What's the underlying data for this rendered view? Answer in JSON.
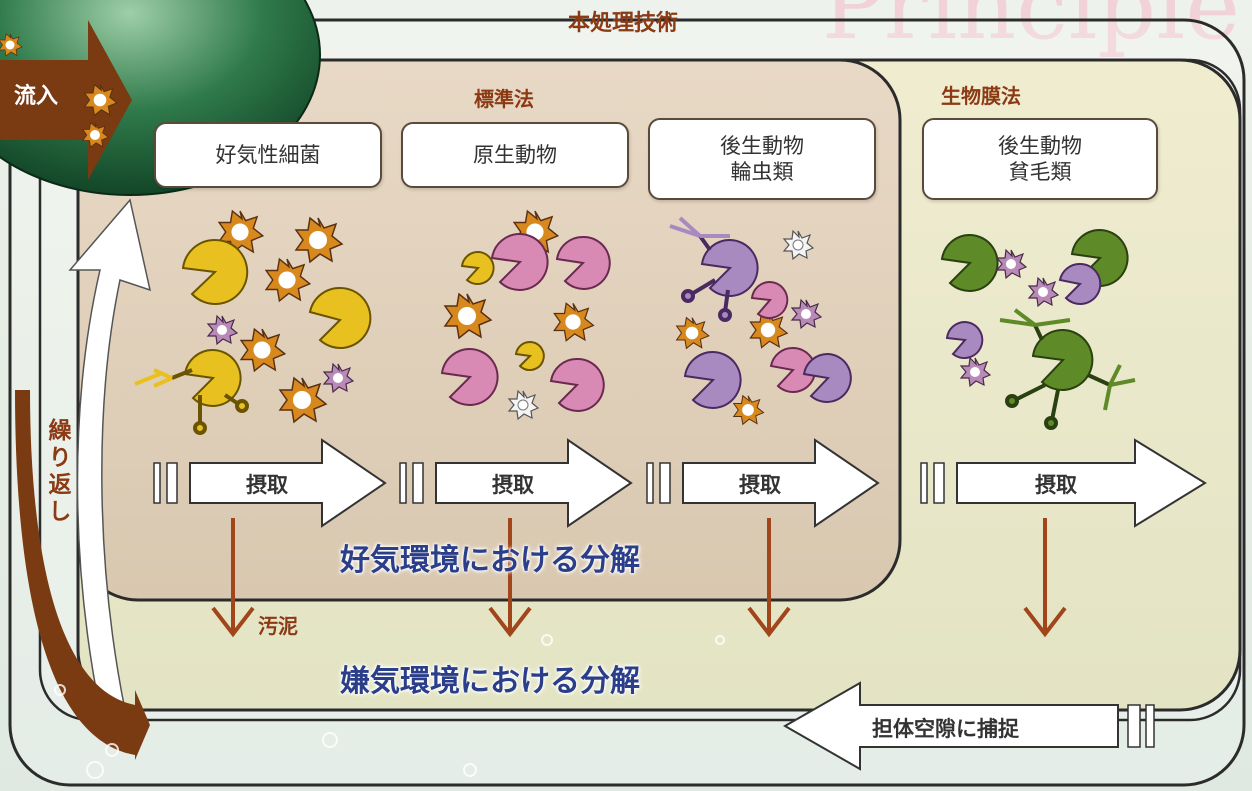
{
  "watermark": "Principle",
  "main_title": "本処理技術",
  "inflow_label": "流入",
  "repeat_label": "繰り返し",
  "sections": {
    "standard": "標準法",
    "biofilm": "生物膜法"
  },
  "organisms": [
    {
      "name": "好気性細菌"
    },
    {
      "name": "原生動物"
    },
    {
      "name": "後生動物\n輪虫類"
    },
    {
      "name": "後生動物\n貧毛類"
    }
  ],
  "ingest_label": "摂取",
  "aerobic_label": "好気環境における分解",
  "anaerobic_label": "嫌気環境における分解",
  "sludge_label": "汚泥",
  "capture_label": "担体空隙に捕捉",
  "colors": {
    "brown_arrow": "#7a3a12",
    "title_brown": "#8b3a14",
    "decomp_blue": "#2a3e8a",
    "bacteria_yellow": "#e8c020",
    "protozoa_pink": "#d98ab4",
    "rotifer_purple": "#a98ac0",
    "oligochaete_green": "#5e8a28",
    "floc_orange": "#d7891e"
  }
}
